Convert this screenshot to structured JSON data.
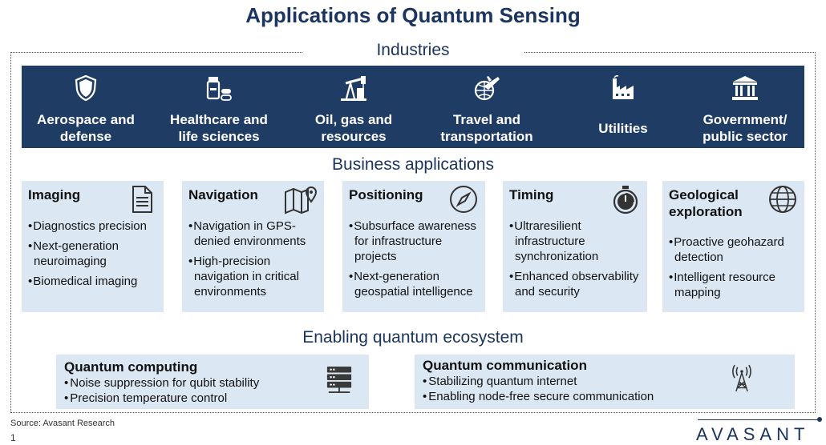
{
  "title": "Applications of Quantum Sensing",
  "sections": {
    "industries": "Industries",
    "business": "Business applications",
    "ecosystem": "Enabling quantum ecosystem"
  },
  "industries": [
    {
      "line1": "Aerospace and",
      "line2": "defense",
      "icon": "shield-icon"
    },
    {
      "line1": "Healthcare and",
      "line2": "life sciences",
      "icon": "medicine-icon"
    },
    {
      "line1": "Oil, gas and",
      "line2": "resources",
      "icon": "oil-pump-icon"
    },
    {
      "line1": "Travel and",
      "line2": "transportation",
      "icon": "globe-plane-icon"
    },
    {
      "line1": "Utilities",
      "line2": "",
      "icon": "factory-icon"
    },
    {
      "line1": "Government/",
      "line2": "public sector",
      "icon": "government-building-icon"
    }
  ],
  "business": [
    {
      "title": "Imaging",
      "title2": "",
      "icon": "document-icon",
      "items": [
        "Diagnostics precision",
        "Next-generation neuroimaging",
        "Biomedical imaging"
      ]
    },
    {
      "title": "Navigation",
      "title2": "",
      "icon": "map-icon",
      "items": [
        "Navigation in GPS-denied environments",
        "High-precision navigation in critical environments"
      ]
    },
    {
      "title": "Positioning",
      "title2": "",
      "icon": "compass-icon",
      "items": [
        "Subsurface awareness for infrastructure projects",
        "Next-generation geospatial intelligence"
      ]
    },
    {
      "title": "Timing",
      "title2": "",
      "icon": "stopwatch-icon",
      "items": [
        "Ultraresilient infrastructure synchronization",
        "Enhanced observability and security"
      ]
    },
    {
      "title": "Geological",
      "title2": "exploration",
      "icon": "globe-icon",
      "items": [
        "Proactive geohazard detection",
        "Intelligent resource mapping"
      ]
    }
  ],
  "ecosystem": [
    {
      "title": "Quantum computing",
      "icon": "server-icon",
      "items": [
        "Noise suppression for qubit stability",
        "Precision temperature control"
      ]
    },
    {
      "title": "Quantum communication",
      "icon": "antenna-tower-icon",
      "items": [
        "Stabilizing quantum internet",
        "Enabling node-free secure communication"
      ]
    }
  ],
  "source": "Source: Avasant Research",
  "page_number": "1",
  "logo": "AVASANT"
}
